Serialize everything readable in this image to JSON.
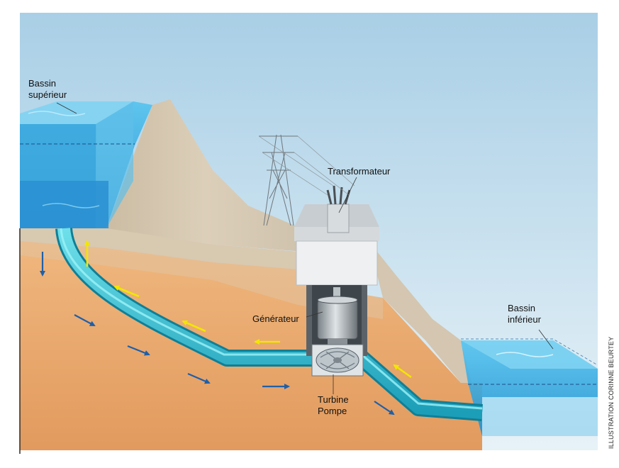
{
  "labels": {
    "upper_basin_line1": "Bassin",
    "upper_basin_line2": "supérieur",
    "transformer": "Transformateur",
    "generator": "Générateur",
    "turbine_line1": "Turbine",
    "turbine_line2": "Pompe",
    "lower_basin_line1": "Bassin",
    "lower_basin_line2": "inférieur"
  },
  "credit": "ILLUSTRATION CORINNE BEURTEY",
  "colors": {
    "sky_top": "#a9cfe6",
    "sky_bottom": "#e7f2f7",
    "soil": "#e8a76c",
    "soil_dark": "#d88f55",
    "dam": "#d9cbb4",
    "water": "#39a9e0",
    "pipe": "#2fb8cf",
    "flow_down_arrow": "#1f5fa8",
    "flow_up_arrow": "#f2e600"
  },
  "icons": {
    "pylon": "pylon-icon",
    "transformer": "transformer-icon",
    "generator": "generator-icon",
    "turbine": "turbine-icon"
  }
}
